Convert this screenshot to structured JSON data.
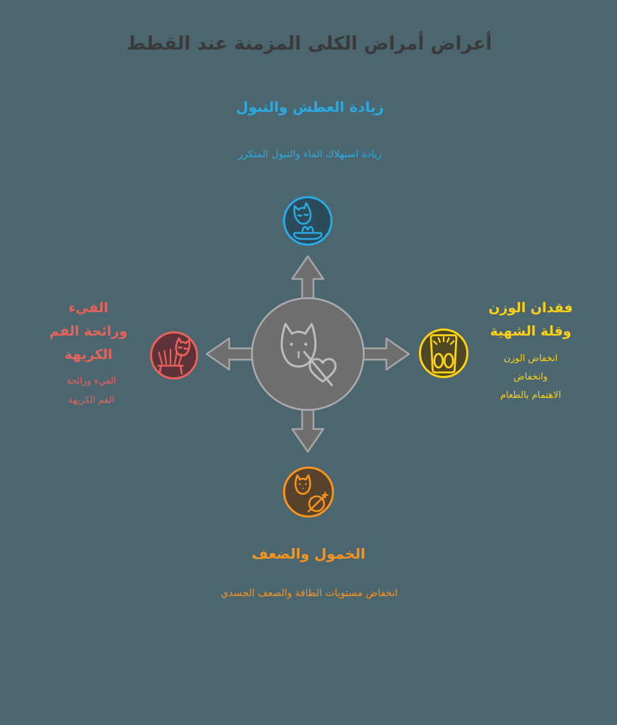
{
  "page": {
    "background_color": "#4C6670"
  },
  "title": {
    "text": "أعراض أمراض الكلى المزمنة عند القطط",
    "color": "#3A3A3A"
  },
  "center_hub": {
    "icon": "cat-with-crossed-heart-icon",
    "circle_color": "#6E6E6E",
    "icon_stroke_color": "#BDBDBD",
    "arrow_directions": [
      "up",
      "right",
      "down",
      "left"
    ]
  },
  "symptoms": {
    "thirst": {
      "position": "top",
      "heading": "زيادة العطش والتبول",
      "description": "زيادة استهلاك الماء والتبول المتكرر",
      "icon": "cat-drinking-water-bowl-icon",
      "accent": "#29ABE2"
    },
    "weight_loss": {
      "position": "right",
      "heading": "فقدان الوزن\nوقلة الشهية",
      "description": "انخفاض الوزن\nوانخفاض\nالاهتمام بالطعام",
      "icon": "weight-scale-icon",
      "accent": "#FCD116"
    },
    "vomiting": {
      "position": "left",
      "heading": "القيء\nورائحة الفم\nالكريهة",
      "description": "القيء ورائحة\nالفم الكريهة",
      "icon": "cat-grass-vomiting-icon",
      "accent": "#E8625C"
    },
    "lethargy": {
      "position": "bottom",
      "heading": "الخمول والضعف",
      "description": "انخفاض مستويات الطاقة والضعف الجسدي",
      "icon": "cat-no-play-ball-icon",
      "accent": "#F7941E"
    }
  }
}
